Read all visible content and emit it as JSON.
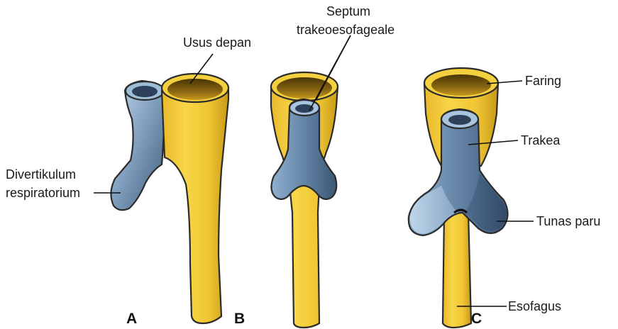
{
  "panels": [
    {
      "id": "A",
      "label": "A"
    },
    {
      "id": "B",
      "label": "B"
    },
    {
      "id": "C",
      "label": "C"
    }
  ],
  "labels": {
    "usus_depan": "Usus depan",
    "divertikulum_line1": "Divertikulum",
    "divertikulum_line2": "respiratorium",
    "septum_line1": "Septum",
    "septum_line2": "trakeoesofageale",
    "faring": "Faring",
    "trakea": "Trakea",
    "tunas_paru": "Tunas paru",
    "esofagus": "Esofagus"
  },
  "colors": {
    "foregut_yellow": "#f3c938",
    "foregut_dark": "#7a5a0c",
    "respiratory_blue": "#5f7fa0",
    "respiratory_light": "#b8d0e8",
    "outline": "#2b2b2b"
  }
}
